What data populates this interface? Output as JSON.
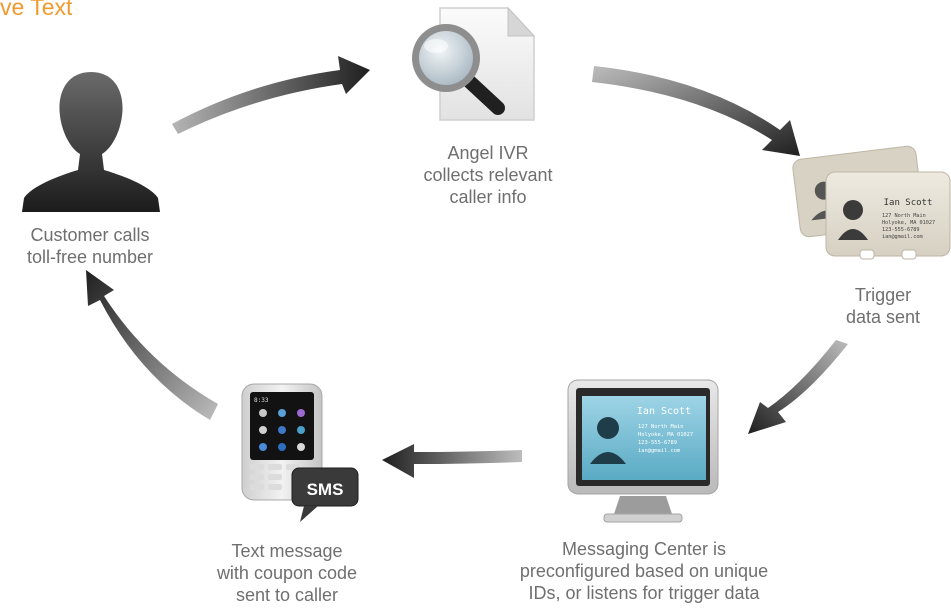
{
  "title_fragment": "ve Text",
  "steps": [
    {
      "id": "customer",
      "icon": "person-silhouette-icon",
      "lines": [
        "Customer calls",
        "toll-free number"
      ]
    },
    {
      "id": "ivr",
      "icon": "magnifier-document-icon",
      "lines": [
        "Angel IVR",
        "collects relevant",
        "caller info"
      ]
    },
    {
      "id": "trigger",
      "icon": "contact-cards-icon",
      "lines": [
        "Trigger",
        "data sent"
      ]
    },
    {
      "id": "messaging",
      "icon": "monitor-contact-icon",
      "lines": [
        "Messaging Center is",
        "preconfigured based on unique",
        "IDs, or listens for trigger data"
      ]
    },
    {
      "id": "text",
      "icon": "phone-sms-icon",
      "lines": [
        "Text message",
        "with coupon code",
        "sent to caller"
      ]
    }
  ],
  "contact_card": {
    "name": "Ian Scott",
    "address": "127 North Main",
    "city": "Holyoke, MA 01027",
    "phone": "123-555-6789",
    "email": "ian@gmail.com"
  },
  "phone": {
    "time": "8:33",
    "badge": "SMS"
  },
  "colors": {
    "title": "#f29a2e",
    "caption": "#6f6f6f",
    "arrow_dark": "#2a2a2a",
    "arrow_light": "#b5b5b5",
    "screen": "#7ec3d8"
  }
}
